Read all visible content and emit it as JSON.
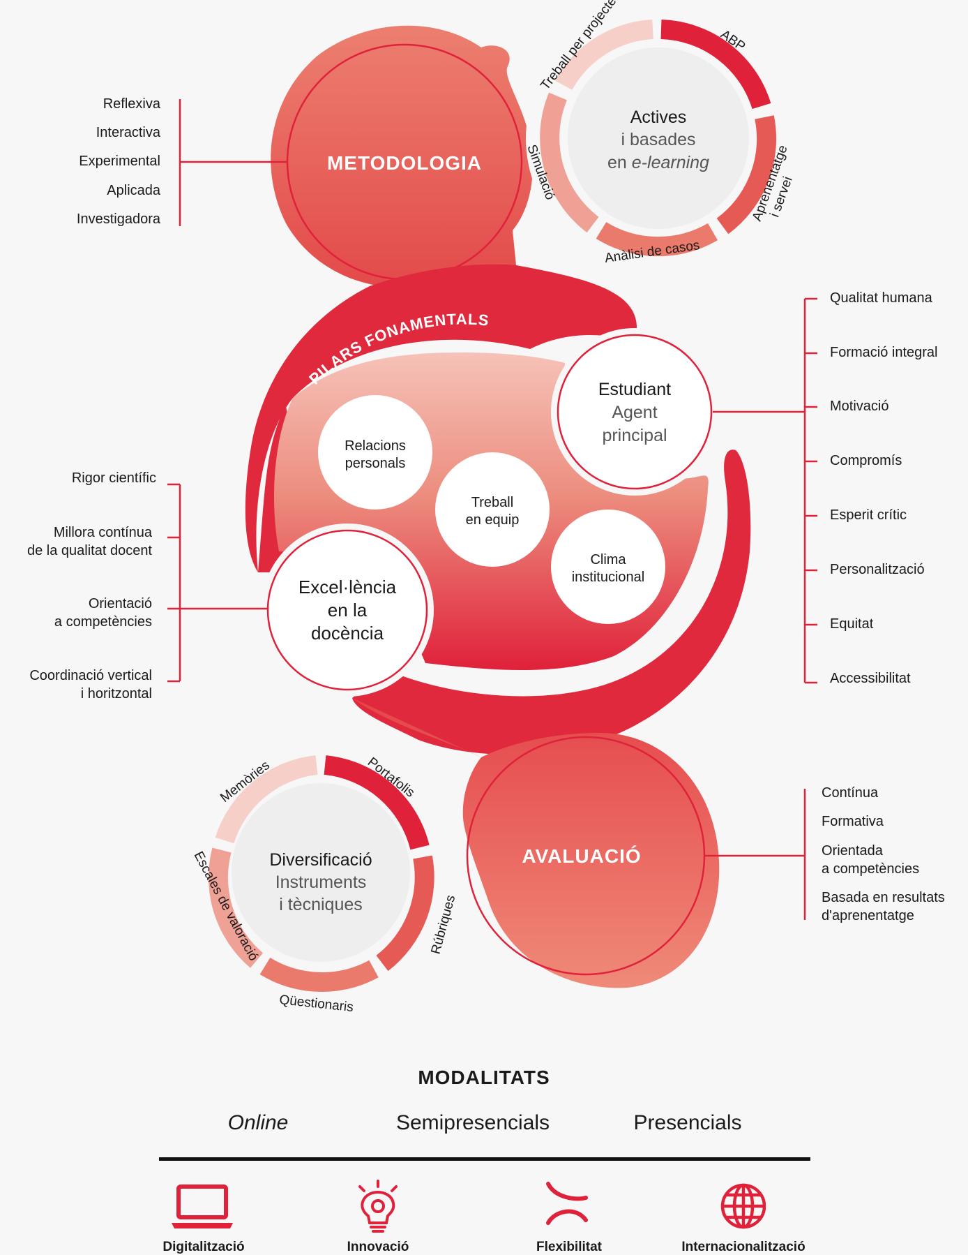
{
  "metodologia": {
    "title": "METODOLOGIA",
    "items": [
      "Reflexiva",
      "Interactiva",
      "Experimental",
      "Aplicada",
      "Investigadora"
    ]
  },
  "actives": {
    "title": "Actives",
    "subtitle_line1": "i basades",
    "subtitle_line2_prefix": "en ",
    "subtitle_line2_italic": "e-learning",
    "segments": [
      "ABP",
      "Aprenentatge i servei",
      "Anàlisi de casos",
      "Simulació",
      "Treball per projectes"
    ]
  },
  "pilars": {
    "arc_label": "PILARS FONAMENTALS",
    "estudiant": {
      "title": "Estudiant",
      "subtitle": "Agent principal"
    },
    "excellencia": {
      "title": "Excel·lència en la docència"
    },
    "relacions": "Relacions personals",
    "treball": "Treball en equip",
    "clima": "Clima institucional"
  },
  "estudiant_items": [
    "Qualitat humana",
    "Formació integral",
    "Motivació",
    "Compromís",
    "Esperit crític",
    "Personalització",
    "Equitat",
    "Accessibilitat"
  ],
  "excellencia_items": [
    "Rigor científic",
    "Millora contínua de la qualitat docent",
    "Orientació a competències",
    "Coordinació vertical i horitzontal"
  ],
  "avaluacio": {
    "title": "AVALUACIÓ",
    "items": [
      "Contínua",
      "Formativa",
      "Orientada a competències",
      "Basada en resultats d'aprenentatge"
    ]
  },
  "diversificacio": {
    "title": "Diversificació",
    "subtitle": "Instruments i tècniques",
    "segments": [
      "Portafolis",
      "Rúbriques",
      "Qüestionaris",
      "Escales de valoració",
      "Memòries"
    ]
  },
  "modalitats": {
    "title": "MODALITATS",
    "items": [
      "Online",
      "Semipresencials",
      "Presencials"
    ]
  },
  "features": [
    {
      "label": "Digitalització",
      "icon": "laptop-icon"
    },
    {
      "label": "Innovació",
      "icon": "lightbulb-icon"
    },
    {
      "label": "Flexibilitat",
      "icon": "flex-curves-icon"
    },
    {
      "label": "Internacionalització",
      "icon": "globe-icon"
    }
  ],
  "colors": {
    "accent": "#e0243d",
    "red_light": "#ec8a7a",
    "red_mid": "#e66c60",
    "pink": "#f2c3bb"
  }
}
